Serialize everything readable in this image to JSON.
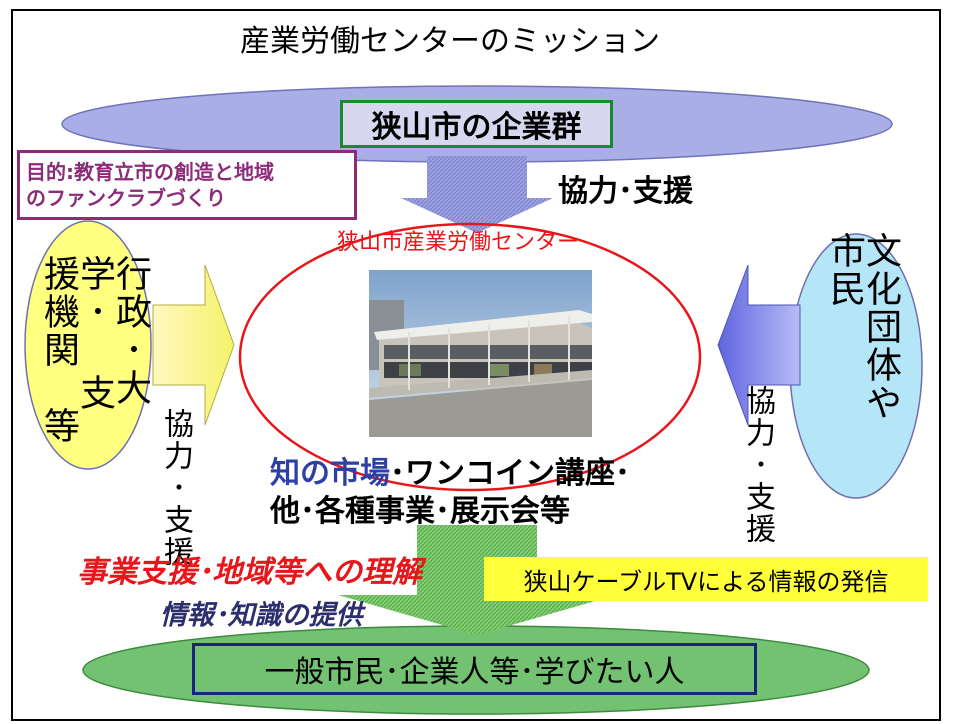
{
  "title": "産業労働センターのミッション",
  "top_group": "狭山市の企業群",
  "purpose_line1": "目的:教育立市の創造と地域",
  "purpose_line2": "のファンクラブづくり",
  "cooperation_top": "協力･支援",
  "center_label": "狭山市産業労働センター",
  "left_org_col1": "行政･大学･",
  "left_org_col2": "支援機関　等",
  "right_org_col1": "文化団体や",
  "right_org_col2": "市民",
  "cooperation_left": "協力･支援",
  "cooperation_right": "協力･支援",
  "events_highlight": "知の市場",
  "events_rest": "･ワンコイン講座･",
  "events_line2": "他･各種事業･展示会等",
  "business_support": "事業支援･地域等への理解",
  "info_provision": "情報･知識の提供",
  "tv_info": "狭山ケーブルTVによる情報の発信",
  "bottom_group": "一般市民･企業人等･学びたい人",
  "colors": {
    "top_ellipse": "#a9aee6",
    "top_box_border": "#1a8a2e",
    "purpose_border": "#8c2b78",
    "center_ellipse": "#e8161a",
    "left_ellipse": "#ffff80",
    "right_ellipse": "#b4e6f7",
    "bottom_ellipse": "#72c272",
    "down_arrow": "#8c8fd6",
    "lower_arrow": "#6bbf6b",
    "tv_box": "#ffff3a",
    "bottom_box_border": "#1a237e"
  }
}
